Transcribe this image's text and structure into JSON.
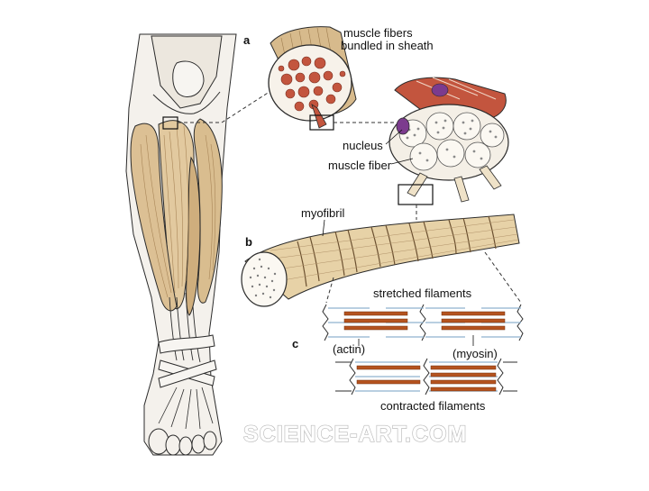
{
  "panels": {
    "a": "a",
    "b": "b",
    "c": "c"
  },
  "labels": {
    "bundle_line1": "muscle fibers",
    "bundle_line2": "bundled in sheath",
    "nucleus": "nucleus",
    "muscle_fiber": "muscle fiber",
    "myofibril": "myofibril",
    "stretched": "stretched filaments",
    "actin": "(actin)",
    "myosin": "(myosin)",
    "contracted": "contracted filaments"
  },
  "watermark": "SCIENCE-ART.COM",
  "colors": {
    "muscle": "#e2c99f",
    "muscle_dark": "#b58c58",
    "tendon": "#f3f0ea",
    "fiber_red": "#c3553e",
    "nucleus": "#7c3b8e",
    "actin_line": "#8fb2cf",
    "myosin_bar": "#b5531f",
    "outline": "#2b2b2b"
  }
}
